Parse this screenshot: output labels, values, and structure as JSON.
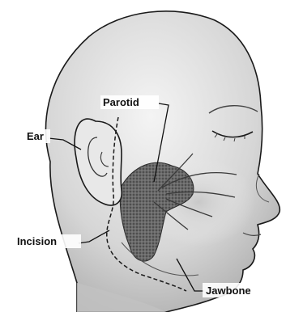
{
  "labels": {
    "parotid": "Parotid",
    "ear": "Ear",
    "incision": "Incision",
    "jawbone": "Jawbone"
  },
  "colors": {
    "background": "#ffffff",
    "skin_shade": "#d9d9d9",
    "gland": "#5a5a5a",
    "outline": "#1a1a1a"
  }
}
